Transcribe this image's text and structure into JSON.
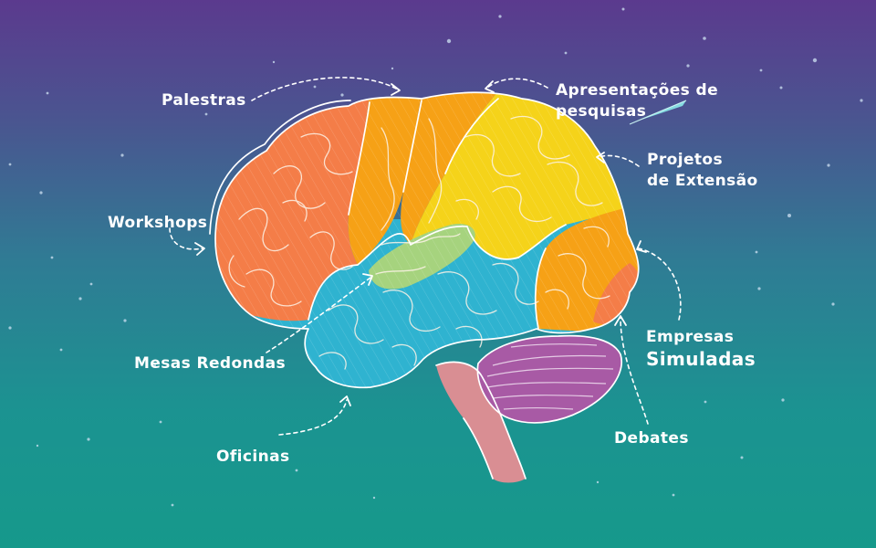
{
  "labels": {
    "palestras": "Palestras",
    "apresentacoes_line1": "Apresentações de",
    "apresentacoes_line2": "pesquisas",
    "projetos_line1": "Projetos",
    "projetos_line2": "de Extensão",
    "workshops": "Workshops",
    "empresas_line1": "Empresas",
    "empresas_line2": "Simuladas",
    "mesas_redondas": "Mesas Redondas",
    "oficinas": "Oficinas",
    "debates": "Debates"
  },
  "colors": {
    "frontal_lobe": "#f47d48",
    "motor_strip": "#f6a116",
    "parietal_lobe": "#f5d31a",
    "occipital_lobe": "#f6a116",
    "temporal_lobe": "#2fb3d0",
    "insula": "#a6d37e",
    "cerebellum": "#a85aa5",
    "brainstem": "#d98e93",
    "occipital_tip": "#f47d48",
    "label_text": "#ffffff"
  },
  "icons": {
    "arrows": "dashed-curved-arrow-icon",
    "shooting_star": "shooting-star-icon"
  }
}
